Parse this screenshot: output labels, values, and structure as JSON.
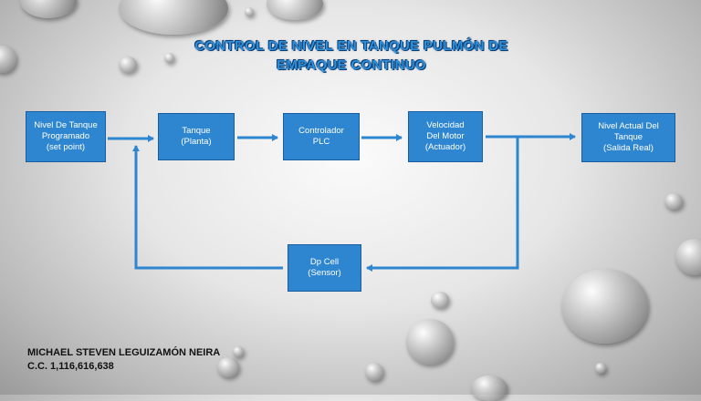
{
  "title": {
    "line1": "CONTROL DE NIVEL EN TANQUE PULMÓN DE",
    "line2": "EMPAQUE CONTINUO"
  },
  "nodes": {
    "setpoint": "Nivel De Tanque\nProgramado\n(set point)",
    "tanque": "Tanque\n(Planta)",
    "controlador": "Controlador\nPLC",
    "velocidad": "Velocidad\nDel Motor\n(Actuador)",
    "salida": "Nivel Actual Del\nTanque\n(Salida Real)",
    "sensor": "Dp Cell\n(Sensor)"
  },
  "author": {
    "name": "MICHAEL STEVEN LEGUIZAMÓN NEIRA",
    "id": "C.C. 1,116,616,638"
  },
  "colors": {
    "box_fill": "#2e86d0",
    "arrow": "#2e86d0",
    "title": "#2f8fd8"
  }
}
